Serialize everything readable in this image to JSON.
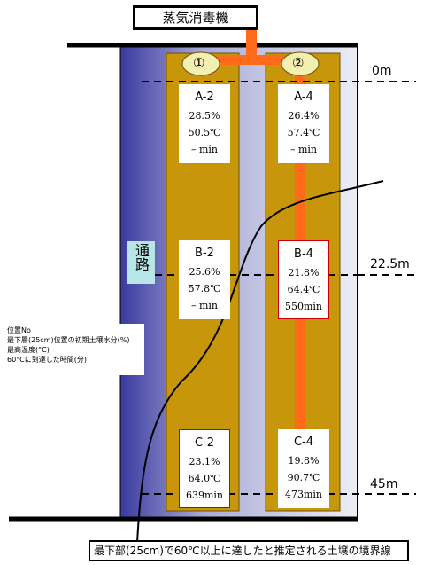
{
  "title": "蒸気消毒機",
  "aisle_label": "通路",
  "valves": [
    "①",
    "②"
  ],
  "depths": [
    "0m",
    "22.5m",
    "45m"
  ],
  "legend_lines": [
    "位置No",
    "最下層(25cm)位置の初期土壌水分(%)",
    "最高温度(°C)",
    "60°Cに到達した時間(分)"
  ],
  "footer": "最下部(25cm)で60℃以上に達したと推定される土壌の境界線",
  "cards": [
    {
      "id": "A-2",
      "moisture": "28.5%",
      "temp": "50.5℃",
      "time": "– min",
      "highlight": false
    },
    {
      "id": "A-4",
      "moisture": "26.4%",
      "temp": "57.4℃",
      "time": "– min",
      "highlight": false
    },
    {
      "id": "B-2",
      "moisture": "25.6%",
      "temp": "57.8℃",
      "time": "– min",
      "highlight": false
    },
    {
      "id": "B-4",
      "moisture": "21.8%",
      "temp": "64.4℃",
      "time": "550min",
      "highlight": true
    },
    {
      "id": "C-2",
      "moisture": "23.1%",
      "temp": "64.0℃",
      "time": "639min",
      "highlight": true
    },
    {
      "id": "C-4",
      "moisture": "19.8%",
      "temp": "90.7℃",
      "time": "473min",
      "highlight": false
    }
  ],
  "colors": {
    "bed": "#c8960a",
    "steam_pipe": "#ff6a1a",
    "house_gradient_left": "#3a3aa0",
    "house_gradient_right": "#e8e8f0",
    "highlight_border": "#cc0000",
    "aisle": "#b8e6e6",
    "valve": "#f3efb0"
  }
}
